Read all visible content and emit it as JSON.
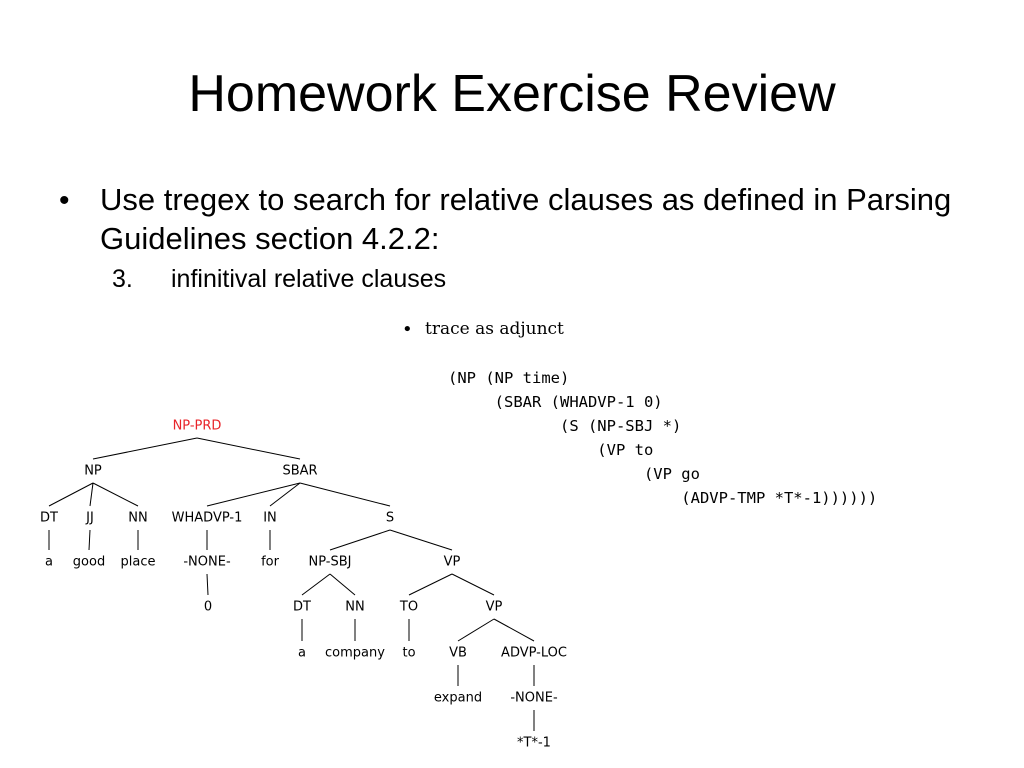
{
  "slide": {
    "title": "Homework Exercise Review",
    "bullet": "Use tregex to search for relative clauses as defined in Parsing Guidelines section 4.2.2:",
    "sub_number": "3.",
    "sub_text": "infinitival relative clauses"
  },
  "trace": {
    "label": "trace as adjunct",
    "lines": [
      "(NP (NP time)",
      "     (SBAR (WHADVP-1 0)",
      "            (S (NP-SBJ *)",
      "                (VP to",
      "                     (VP go",
      "                         (ADVP-TMP *T*-1))))))"
    ]
  },
  "tree": {
    "root_color": "#e8242a",
    "nodes": [
      {
        "id": "np-prd",
        "label": "NP-PRD",
        "root": true
      },
      {
        "id": "np",
        "label": "NP"
      },
      {
        "id": "sbar",
        "label": "SBAR"
      },
      {
        "id": "dt1",
        "label": "DT"
      },
      {
        "id": "jj",
        "label": "JJ"
      },
      {
        "id": "nn1",
        "label": "NN"
      },
      {
        "id": "whadvp",
        "label": "WHADVP-1"
      },
      {
        "id": "in",
        "label": "IN"
      },
      {
        "id": "s",
        "label": "S"
      },
      {
        "id": "w-a1",
        "label": "a"
      },
      {
        "id": "w-good",
        "label": "good"
      },
      {
        "id": "w-place",
        "label": "place"
      },
      {
        "id": "none1",
        "label": "-NONE-"
      },
      {
        "id": "w-for",
        "label": "for"
      },
      {
        "id": "np-sbj",
        "label": "NP-SBJ"
      },
      {
        "id": "vp1",
        "label": "VP"
      },
      {
        "id": "w-0",
        "label": "0"
      },
      {
        "id": "dt2",
        "label": "DT"
      },
      {
        "id": "nn2",
        "label": "NN"
      },
      {
        "id": "to",
        "label": "TO"
      },
      {
        "id": "vp2",
        "label": "VP"
      },
      {
        "id": "w-a2",
        "label": "a"
      },
      {
        "id": "w-company",
        "label": "company"
      },
      {
        "id": "w-to",
        "label": "to"
      },
      {
        "id": "vb",
        "label": "VB"
      },
      {
        "id": "advp-loc",
        "label": "ADVP-LOC"
      },
      {
        "id": "w-expand",
        "label": "expand"
      },
      {
        "id": "none2",
        "label": "-NONE-"
      },
      {
        "id": "w-t1",
        "label": "*T*-1"
      }
    ],
    "edges": [
      [
        "np-prd",
        "np"
      ],
      [
        "np-prd",
        "sbar"
      ],
      [
        "np",
        "dt1"
      ],
      [
        "np",
        "jj"
      ],
      [
        "np",
        "nn1"
      ],
      [
        "sbar",
        "whadvp"
      ],
      [
        "sbar",
        "in"
      ],
      [
        "sbar",
        "s"
      ],
      [
        "dt1",
        "w-a1"
      ],
      [
        "jj",
        "w-good"
      ],
      [
        "nn1",
        "w-place"
      ],
      [
        "whadvp",
        "none1"
      ],
      [
        "in",
        "w-for"
      ],
      [
        "s",
        "np-sbj"
      ],
      [
        "s",
        "vp1"
      ],
      [
        "none1",
        "w-0"
      ],
      [
        "np-sbj",
        "dt2"
      ],
      [
        "np-sbj",
        "nn2"
      ],
      [
        "vp1",
        "to"
      ],
      [
        "vp1",
        "vp2"
      ],
      [
        "dt2",
        "w-a2"
      ],
      [
        "nn2",
        "w-company"
      ],
      [
        "to",
        "w-to"
      ],
      [
        "vp2",
        "vb"
      ],
      [
        "vp2",
        "advp-loc"
      ],
      [
        "vb",
        "w-expand"
      ],
      [
        "advp-loc",
        "none2"
      ],
      [
        "none2",
        "w-t1"
      ]
    ]
  }
}
